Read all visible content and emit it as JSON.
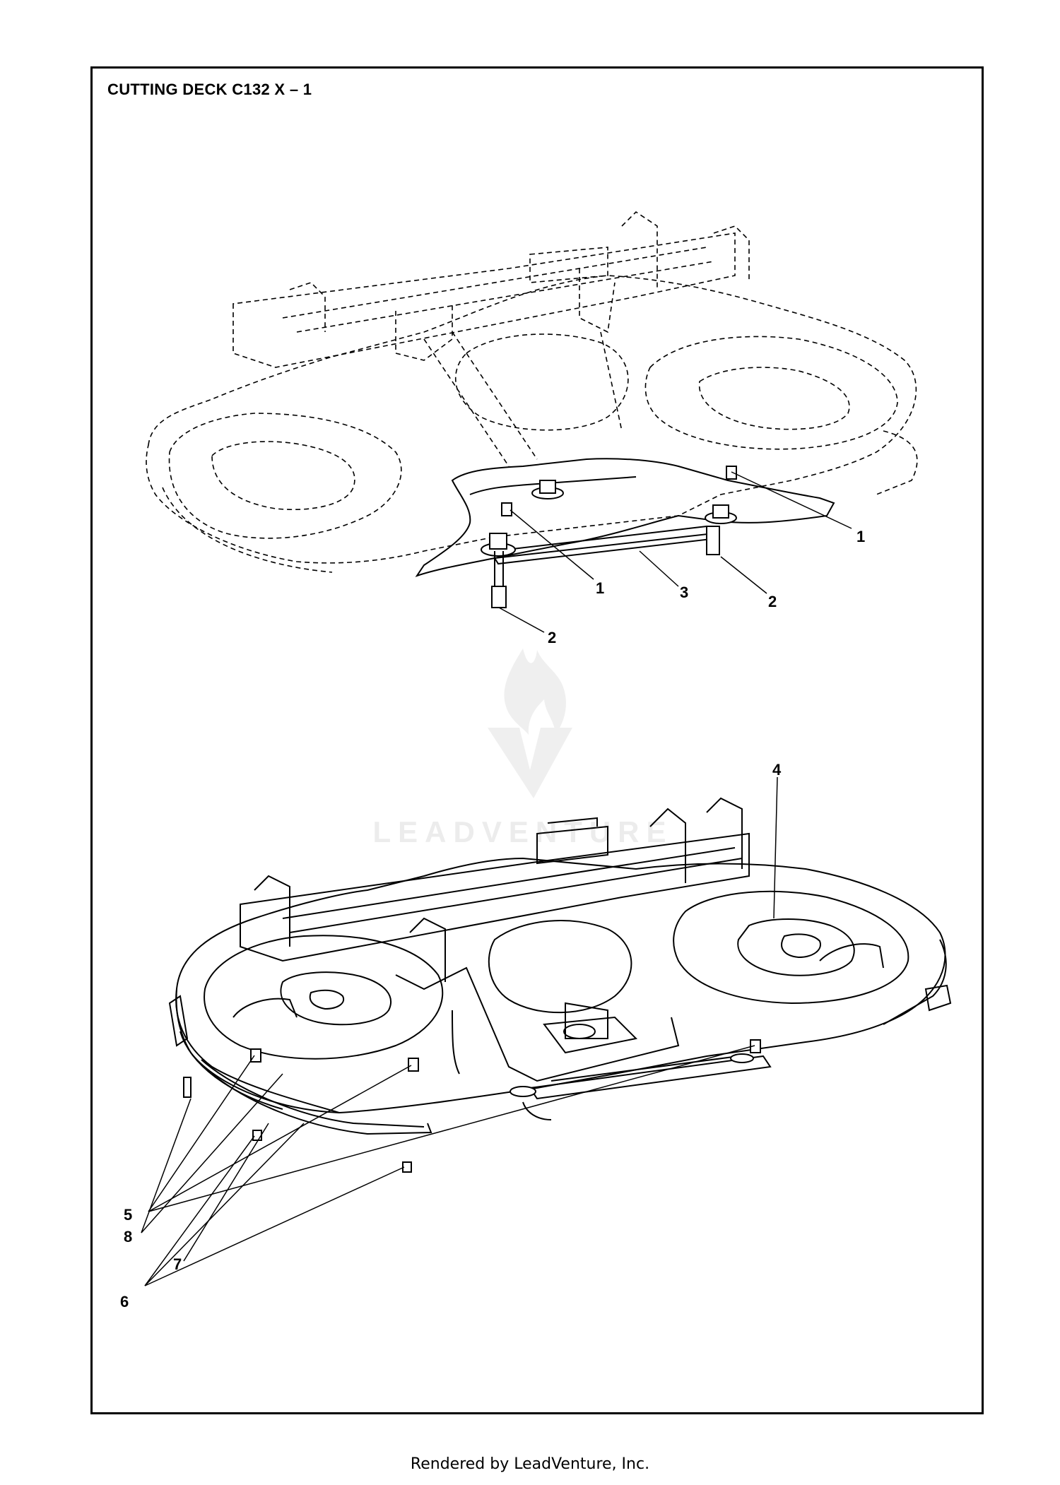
{
  "diagram": {
    "title": "CUTTING DECK C132 X – 1",
    "footer": "Rendered by LeadVenture, Inc.",
    "watermark": "LEADVENTURE",
    "callouts": {
      "c1a": "1",
      "c1b": "1",
      "c3": "3",
      "c2a": "2",
      "c2b": "2",
      "c4": "4",
      "c5": "5",
      "c8": "8",
      "c7": "7",
      "c6": "6"
    },
    "colors": {
      "line": "#000000",
      "watermark": "#ececec",
      "background": "#ffffff"
    }
  }
}
